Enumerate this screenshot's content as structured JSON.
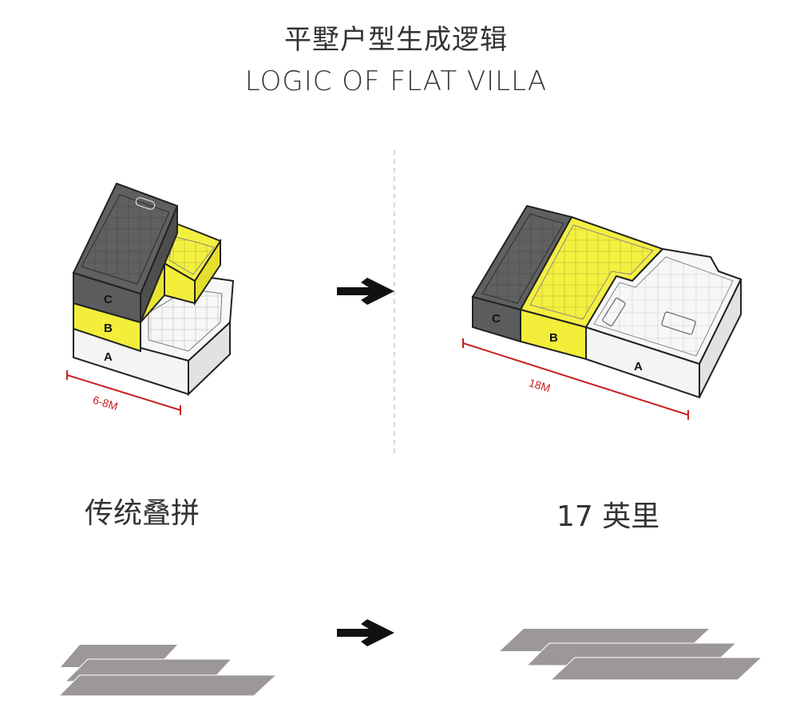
{
  "title_cn": "平墅户型生成逻辑",
  "title_en": "LOGIC OF FLAT VILLA",
  "left": {
    "caption": "传统叠拼",
    "dimension": "6-8M",
    "labels": {
      "a": "A",
      "b": "B",
      "c": "C"
    }
  },
  "right": {
    "caption": "17 英里",
    "dimension": "18M",
    "labels": {
      "a": "A",
      "b": "B",
      "c": "C"
    }
  },
  "colors": {
    "gray_block": "#5c5c5c",
    "yellow_block": "#f2ee3a",
    "white_block": "#f4f4f4",
    "dimension_line": "#c8201f",
    "slab": "#9b9897",
    "arrow": "#111111",
    "divider": "#bbbbbb"
  },
  "icons": [
    "arrow-right-icon"
  ]
}
